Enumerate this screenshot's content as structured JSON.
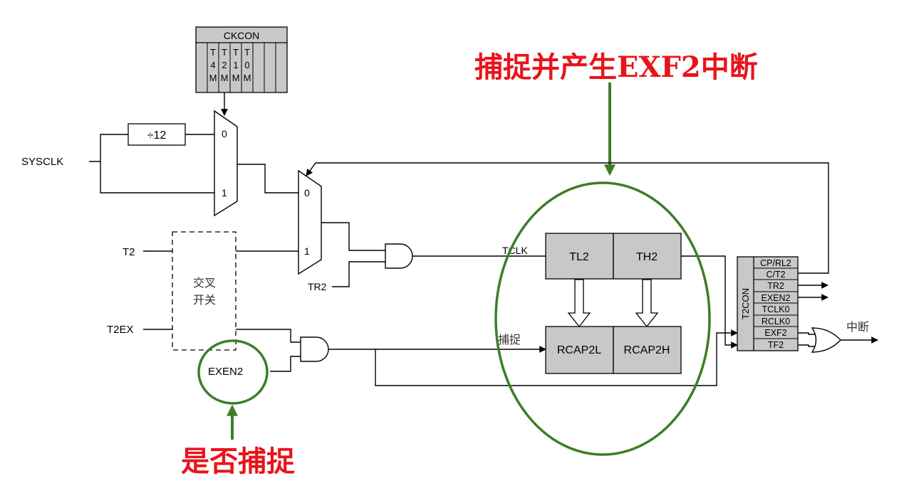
{
  "annotations": {
    "top": "捕捉并产生EXF2中断",
    "bottom": "是否捕捉"
  },
  "ckcon": {
    "title": "CKCON",
    "columns": [
      [
        "T",
        "4",
        "M"
      ],
      [
        "T",
        "2",
        "M"
      ],
      [
        "T",
        "1",
        "M"
      ],
      [
        "T",
        "0",
        "M"
      ]
    ]
  },
  "signals": {
    "sysclk": "SYSCLK",
    "div12": "÷12",
    "t2": "T2",
    "t2ex": "T2EX",
    "tr2": "TR2",
    "exen2": "EXEN2",
    "tclk": "TCLK",
    "capture": "捕捉",
    "interrupt": "中断"
  },
  "mux1": {
    "in0": "0",
    "in1": "1"
  },
  "mux2": {
    "in0": "0",
    "in1": "1"
  },
  "crossbar": {
    "line1": "交叉",
    "line2": "开关"
  },
  "timer_regs": {
    "tl2": "TL2",
    "th2": "TH2",
    "rcap2l": "RCAP2L",
    "rcap2h": "RCAP2H"
  },
  "t2con": {
    "title": "T2CON",
    "bits": [
      "CP/RL2",
      "C/T2",
      "TR2",
      "EXEN2",
      "TCLK0",
      "RCLK0",
      "EXF2",
      "TF2"
    ]
  },
  "colors": {
    "annotation": "#e8141b",
    "highlight": "#3e7d26",
    "register_fill": "#c8c8c8"
  }
}
